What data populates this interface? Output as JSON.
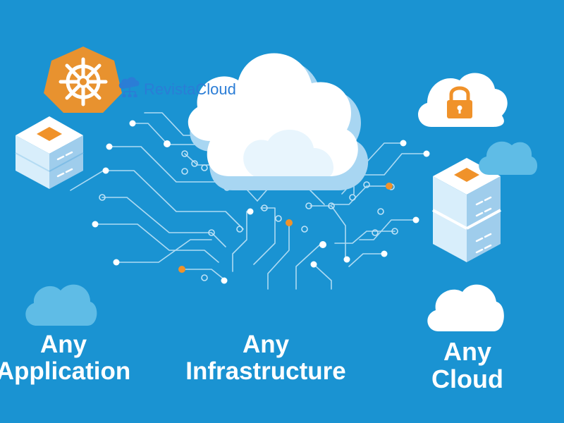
{
  "brand": {
    "name": "RevistaCloud",
    "logo_icon": "cloud-network-icon",
    "kubernetes_icon": "kubernetes-helm-icon"
  },
  "captions": {
    "application": [
      "Any",
      "Application"
    ],
    "infrastructure": [
      "Any",
      "Infrastructure"
    ],
    "cloud": [
      "Any",
      "Cloud"
    ]
  },
  "colors": {
    "background": "#1a93d2",
    "kubernetes_orange": "#e8922f",
    "server_face": "#d8eefb",
    "server_side": "#9fcdec",
    "chip_orange": "#f0922a",
    "circuit_line": "#bfe3f7",
    "node_white": "#ffffff",
    "node_orange": "#f0922a",
    "light_cloud": "#5fbce6",
    "brand_blue": "#2b7dd6"
  }
}
